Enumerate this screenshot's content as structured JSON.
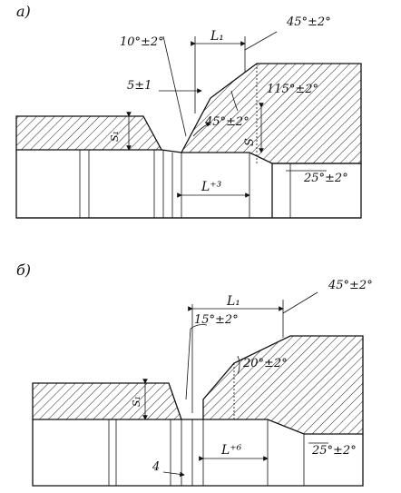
{
  "panel_a": {
    "label": "a)",
    "dims": {
      "angle_top_left": "10°±2°",
      "length": "L₁",
      "angle_top_right": "45°±2°",
      "gap": "5±1",
      "angle_mid": "115°±2°",
      "angle_lower": "45°±2°",
      "thickness_left": "S₁",
      "thickness_right": "S",
      "length_bottom": "L⁺³",
      "angle_right": "25°±2°"
    }
  },
  "panel_b": {
    "label": "б)",
    "dims": {
      "length": "L₁",
      "angle_top_right": "45°±2°",
      "angle_top_left": "15°±2°",
      "angle_mid": "20°±2°",
      "thickness_left": "S₁",
      "length_bottom": "L⁺⁶",
      "angle_right": "25°±2°",
      "gap": "4"
    }
  }
}
